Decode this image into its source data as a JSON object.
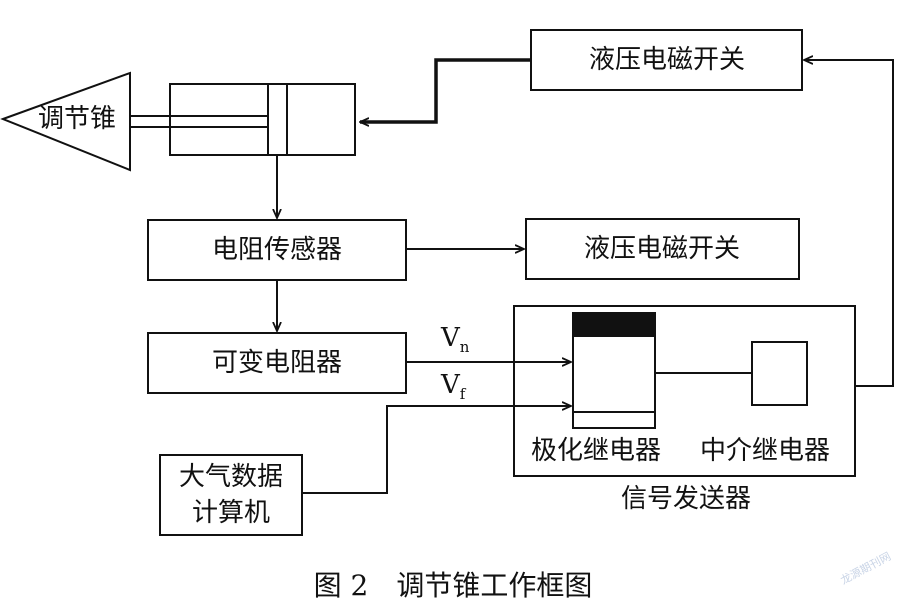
{
  "diagram": {
    "cone_label": "调节锥",
    "solenoid_top": "液压电磁开关",
    "resistance_sensor": "电阻传感器",
    "solenoid_mid": "液压电磁开关",
    "variable_resistor": "可变电阻器",
    "air_data_computer": {
      "line1": "大气数据",
      "line2": "计算机"
    },
    "signal_vn": {
      "base": "V",
      "sub": "n"
    },
    "signal_vf": {
      "base": "V",
      "sub": "f"
    },
    "polarized_relay": "极化继电器",
    "intermediate_relay": "中介继电器",
    "signal_generator": "信号发送器"
  },
  "caption": "图 2　调节锥工作框图",
  "watermark": "龙源期刊网"
}
